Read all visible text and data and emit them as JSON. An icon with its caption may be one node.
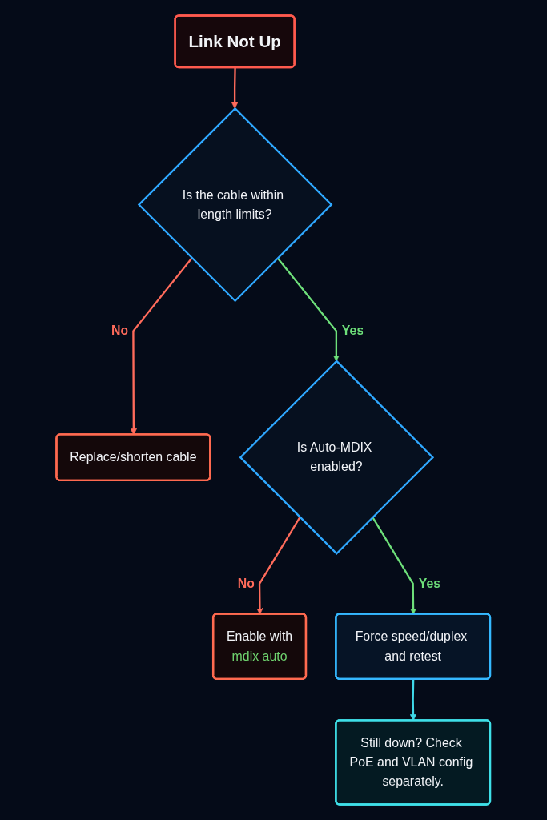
{
  "diagram": {
    "nodes": [
      {
        "text": [
          "Link Not Up"
        ]
      },
      {
        "text": [
          "Is the cable within length limits?"
        ]
      },
      {
        "text": [
          "Replace/shorten cable"
        ]
      },
      {
        "text": [
          "Is Auto-MDIX enabled?"
        ]
      },
      {
        "text": [
          "Enable with",
          "mdix auto"
        ]
      },
      {
        "text": [
          "Force speed/duplex and retest"
        ]
      },
      {
        "text": [
          "Still down? Check PoE and VLAN config separately."
        ]
      }
    ],
    "edges": [
      {
        "from": 0,
        "to": 1,
        "arrow": "to"
      },
      {
        "from": 1,
        "to": 2,
        "arrow": "to",
        "label": "No"
      },
      {
        "from": 1,
        "to": 3,
        "arrow": "to",
        "label": "Yes",
        "color": "#6ee07a"
      },
      {
        "from": 3,
        "to": 4,
        "arrow": "to",
        "label": "No"
      },
      {
        "from": 3,
        "to": 5,
        "arrow": "to",
        "label": "Yes",
        "color": "#6ee07a"
      },
      {
        "from": 5,
        "to": 6,
        "arrow": "to",
        "color": "#3fd8e8"
      }
    ]
  }
}
